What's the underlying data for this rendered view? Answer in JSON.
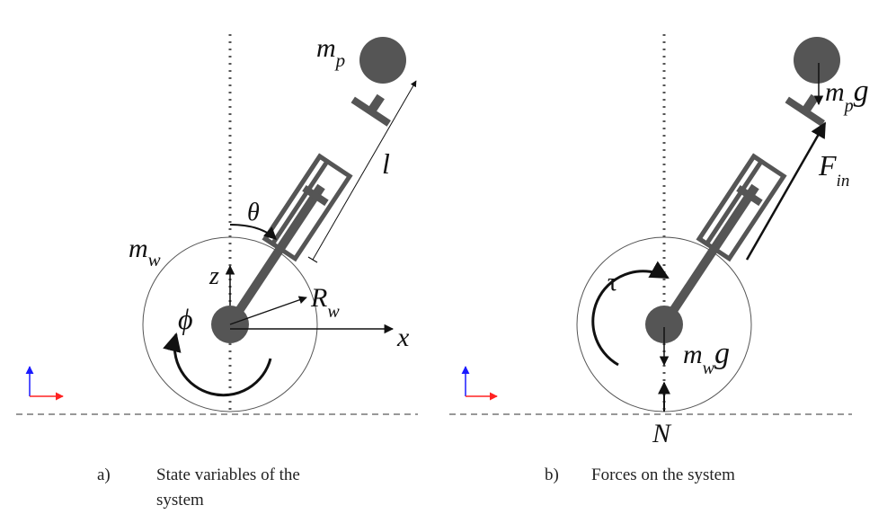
{
  "panel_a": {
    "caption_letter": "a)",
    "caption_line1": "State variables of the",
    "caption_line2": "system",
    "labels": {
      "m_p": "m",
      "m_p_sub": "p",
      "l": "l",
      "theta": "θ",
      "m_w": "m",
      "m_w_sub": "w",
      "z": "z",
      "x": "x",
      "R_w": "R",
      "R_w_sub": "w",
      "phi": "ϕ"
    }
  },
  "panel_b": {
    "caption_letter": "b)",
    "caption_line1": "Forces on the system",
    "labels": {
      "m_p_g": "m",
      "m_p_g_sub": "p",
      "m_p_g_g": "g",
      "F_in": "F",
      "F_in_sub": "in",
      "tau": "τ",
      "m_w_g": "m",
      "m_w_g_sub": "w",
      "m_w_g_g": "g",
      "N": "N"
    }
  },
  "colors": {
    "rod": "#555555",
    "mass": "#555555",
    "line": "#111111",
    "axis_up": "#1a1aff",
    "axis_right": "#ff2222",
    "ground": "#777777",
    "vertical_dots": "#555555"
  }
}
